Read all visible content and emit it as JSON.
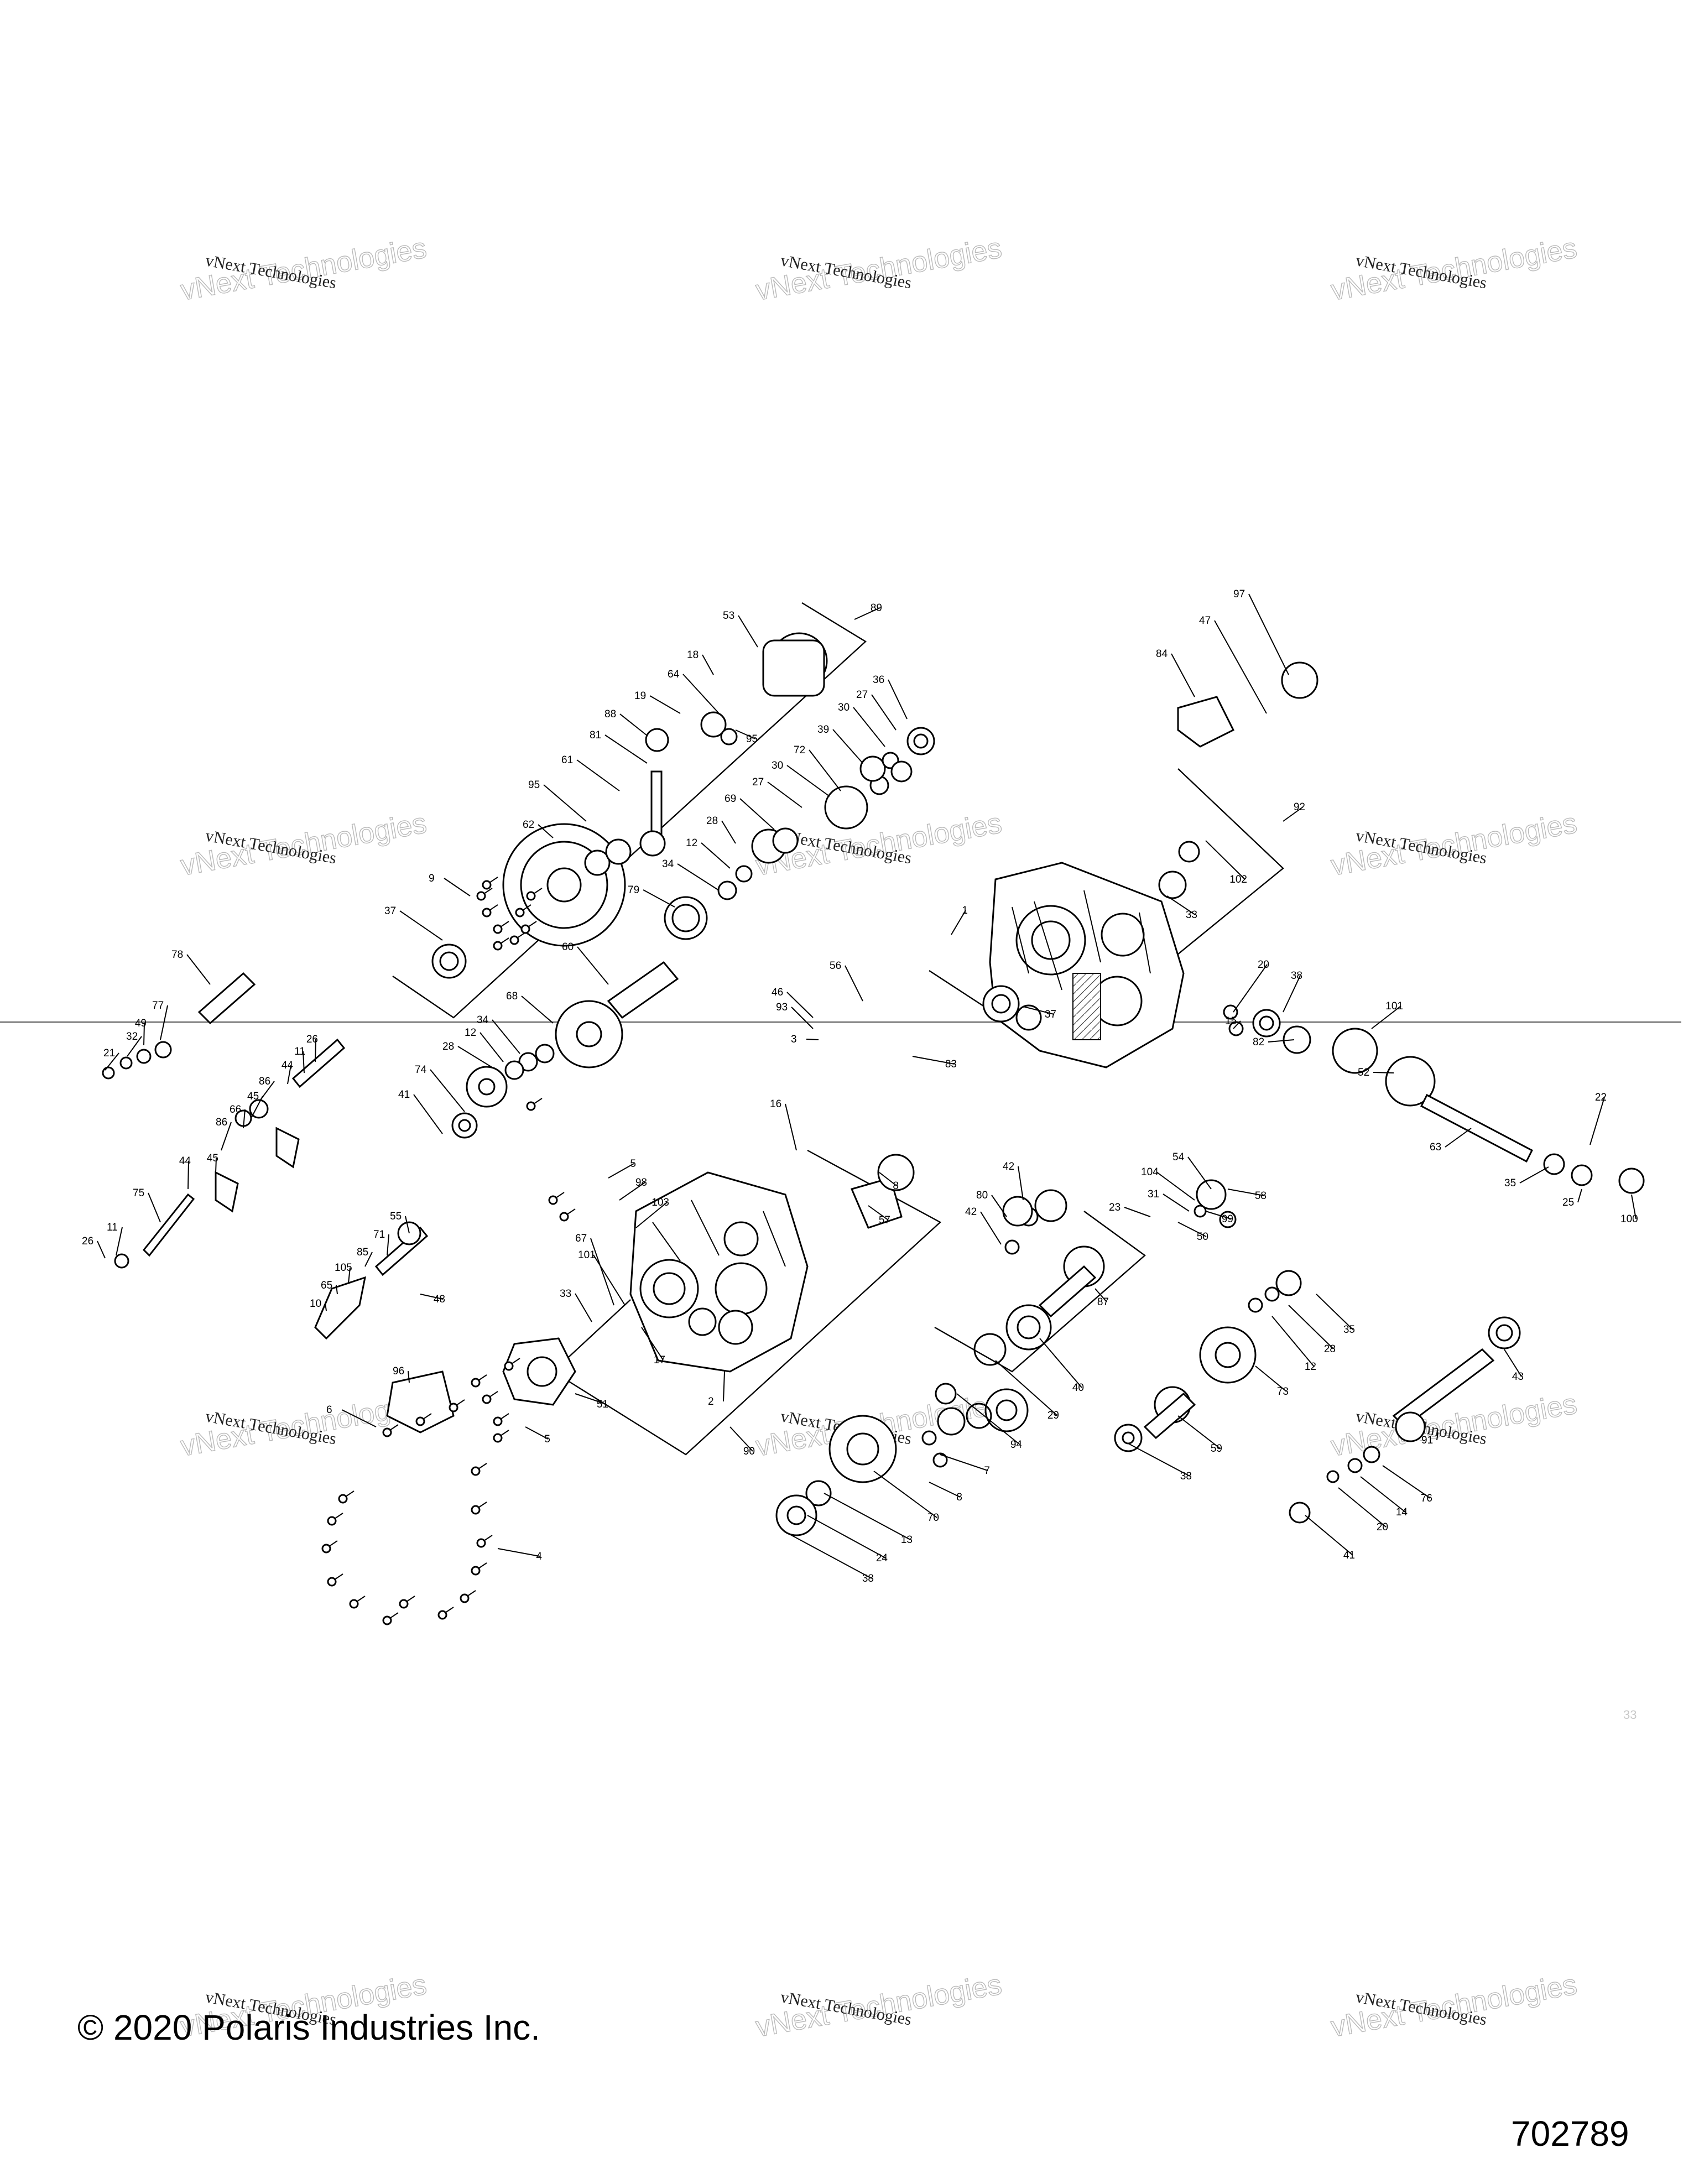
{
  "diagram": {
    "copyright": "© 2020 Polaris Industries Inc.",
    "figure_number": "702789",
    "faint_label": "33",
    "watermark": {
      "line1": "vNext Technologies",
      "line2": "vNext Technologies"
    },
    "callouts": [
      "1",
      "2",
      "3",
      "4",
      "5",
      "6",
      "7",
      "8",
      "9",
      "10",
      "11",
      "12",
      "13",
      "14",
      "15",
      "16",
      "17",
      "18",
      "19",
      "20",
      "21",
      "22",
      "23",
      "24",
      "25",
      "26",
      "27",
      "28",
      "29",
      "30",
      "31",
      "32",
      "33",
      "34",
      "35",
      "36",
      "37",
      "38",
      "39",
      "40",
      "41",
      "42",
      "43",
      "44",
      "45",
      "46",
      "47",
      "48",
      "49",
      "50",
      "51",
      "52",
      "53",
      "54",
      "55",
      "56",
      "57",
      "58",
      "59",
      "60",
      "61",
      "62",
      "63",
      "64",
      "65",
      "66",
      "67",
      "68",
      "69",
      "70",
      "71",
      "72",
      "73",
      "74",
      "75",
      "76",
      "77",
      "78",
      "79",
      "80",
      "81",
      "82",
      "83",
      "84",
      "85",
      "86",
      "87",
      "88",
      "89",
      "90",
      "91",
      "92",
      "93",
      "94",
      "95",
      "96",
      "97",
      "98",
      "99",
      "100",
      "101",
      "102",
      "103",
      "104",
      "105"
    ]
  }
}
